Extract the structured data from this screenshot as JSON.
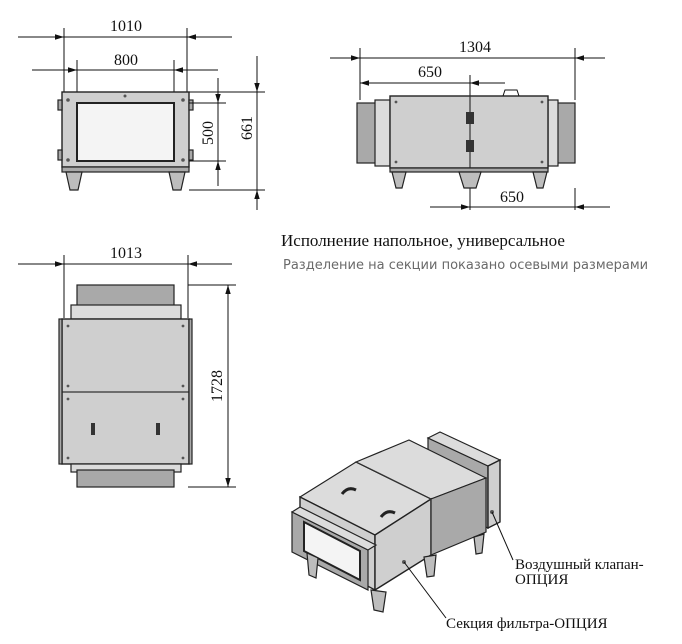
{
  "dimensions": {
    "front_width_outer": "1010",
    "front_width_inner": "800",
    "front_height_opening": "500",
    "front_height_total": "661",
    "side_length_total": "1304",
    "side_section_left": "650",
    "side_section_right": "650",
    "top_width": "1013",
    "top_length": "1728"
  },
  "captions": {
    "title": "Исполнение напольное, универсальное",
    "subtitle": "Разделение на секции показано осевыми размерами"
  },
  "callouts": {
    "damper_line1": "Воздушный клапан-",
    "damper_line2": "ОПЦИЯ",
    "filter": "Секция фильтра-ОПЦИЯ"
  },
  "colors": {
    "panel": "#cfcfcf",
    "panel_light": "#dcdcdc",
    "panel_dark": "#a9a9a9",
    "line": "#111111",
    "subtitle": "#6a6a6a"
  }
}
